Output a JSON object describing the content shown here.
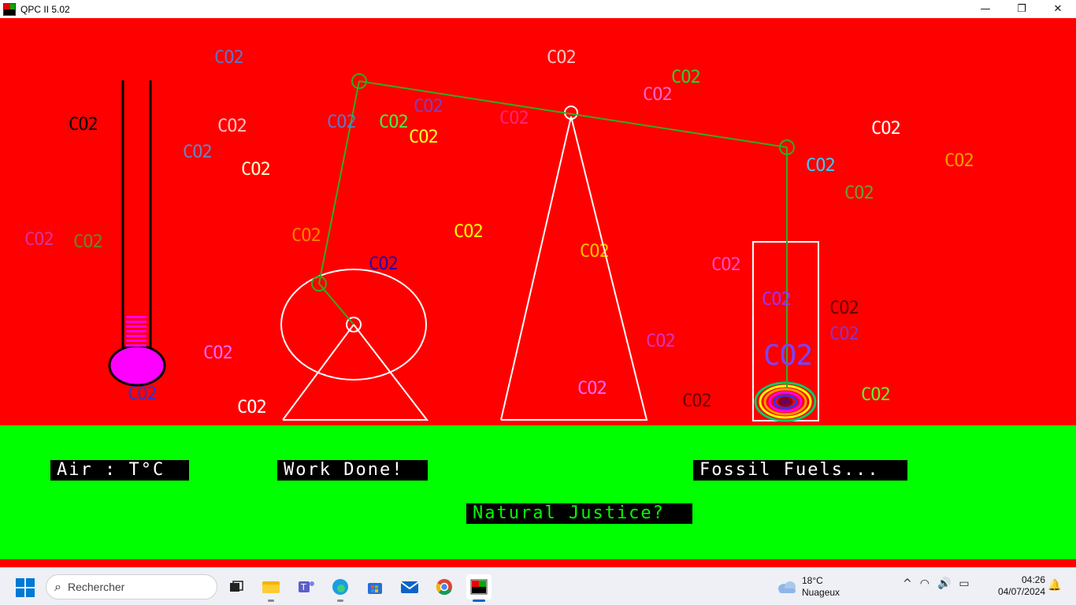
{
  "window": {
    "title": "QPC II 5.02",
    "minimize_glyph": "—",
    "maximize_glyph": "❐",
    "close_glyph": "✕",
    "icon": "qpc-app-icon"
  },
  "scene": {
    "sky_color": "#ff0000",
    "ground_color": "#00ff00",
    "labels": {
      "air": "Air : T°C",
      "work": "Work Done!",
      "fossil": "Fossil Fuels...",
      "justice": "Natural Justice?"
    },
    "co2_words": [
      {
        "text": "CO2",
        "color": "#3399ff"
      },
      {
        "text": "CO2",
        "color": "#ffffff"
      },
      {
        "text": "CO2",
        "color": "#33cc33"
      },
      {
        "text": "CO2",
        "color": "#ff66cc"
      },
      {
        "text": "CO2",
        "color": "#5555ff"
      },
      {
        "text": "CO2",
        "color": "#000000"
      },
      {
        "text": "CO2",
        "color": "#ffffff"
      },
      {
        "text": "CO2",
        "color": "#3399ff"
      },
      {
        "text": "CO2",
        "color": "#44ee44"
      },
      {
        "text": "CO2",
        "color": "#ff3399"
      },
      {
        "text": "CO2",
        "color": "#ffff33"
      },
      {
        "text": "CO2",
        "color": "#ffffff"
      },
      {
        "text": "CO2",
        "color": "#44aaff"
      },
      {
        "text": "CO2",
        "color": "#33ccff"
      },
      {
        "text": "CO2",
        "color": "#ffffcc"
      },
      {
        "text": "CO2",
        "color": "#ffcc00"
      },
      {
        "text": "CO2",
        "color": "#44cc44"
      },
      {
        "text": "CO2",
        "color": "#cc44cc"
      },
      {
        "text": "CO2",
        "color": "#44aa44"
      },
      {
        "text": "CO2",
        "color": "#ffaa00"
      },
      {
        "text": "CO2",
        "color": "#ffff00"
      },
      {
        "text": "CO2",
        "color": "#330099"
      },
      {
        "text": "CO2",
        "color": "#ffff00"
      },
      {
        "text": "CO2",
        "color": "#ff66ff"
      },
      {
        "text": "CO2",
        "color": "#9933ff"
      },
      {
        "text": "CO2",
        "color": "#330000"
      },
      {
        "text": "CO2",
        "color": "#6644ff"
      },
      {
        "text": "CO2",
        "color": "#cc44ff"
      },
      {
        "text": "CO2",
        "color": "#7744ff"
      },
      {
        "text": "CO2",
        "color": "#ff66ff"
      },
      {
        "text": "CO2",
        "color": "#3333cc"
      },
      {
        "text": "CO2",
        "color": "#ff66ff"
      },
      {
        "text": "CO2",
        "color": "#ffffff"
      },
      {
        "text": "CO2",
        "color": "#330000"
      },
      {
        "text": "CO2",
        "color": "#66ee33"
      }
    ]
  },
  "taskbar": {
    "search_placeholder": "Rechercher",
    "apps": [
      "task-view",
      "file-explorer",
      "teams",
      "edge",
      "store",
      "mail",
      "chrome",
      "qpc"
    ],
    "weather_temp": "18°C",
    "weather_desc": "Nuageux",
    "time": "04:26",
    "date": "04/07/2024",
    "tray_glyphs": {
      "chevron": "^",
      "wifi": "◠",
      "volume": "🔊",
      "battery": "▭",
      "bell": "🔔"
    }
  }
}
